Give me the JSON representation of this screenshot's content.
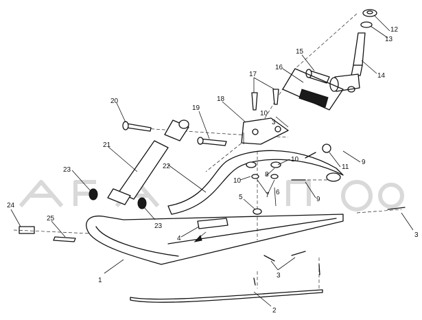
{
  "diagram": {
    "callouts": [
      {
        "id": "c1",
        "text": "1"
      },
      {
        "id": "c2",
        "text": "2"
      },
      {
        "id": "c3a",
        "text": "3"
      },
      {
        "id": "c3b",
        "text": "3"
      },
      {
        "id": "c3c",
        "text": "3"
      },
      {
        "id": "c4",
        "text": "4"
      },
      {
        "id": "c5",
        "text": "5"
      },
      {
        "id": "c6",
        "text": "6"
      },
      {
        "id": "c7",
        "text": "7"
      },
      {
        "id": "c8",
        "text": "8"
      },
      {
        "id": "c9a",
        "text": "9"
      },
      {
        "id": "c9b",
        "text": "9"
      },
      {
        "id": "c10a",
        "text": "10"
      },
      {
        "id": "c10b",
        "text": "10"
      },
      {
        "id": "c10c",
        "text": "10"
      },
      {
        "id": "c11",
        "text": "11"
      },
      {
        "id": "c12",
        "text": "12"
      },
      {
        "id": "c13",
        "text": "13"
      },
      {
        "id": "c14",
        "text": "14"
      },
      {
        "id": "c15",
        "text": "15"
      },
      {
        "id": "c16",
        "text": "16"
      },
      {
        "id": "c17",
        "text": "17"
      },
      {
        "id": "c18",
        "text": "18"
      },
      {
        "id": "c19",
        "text": "19"
      },
      {
        "id": "c20",
        "text": "20"
      },
      {
        "id": "c21",
        "text": "21"
      },
      {
        "id": "c22",
        "text": "22"
      },
      {
        "id": "c23a",
        "text": "23"
      },
      {
        "id": "c23b",
        "text": "23"
      },
      {
        "id": "c24",
        "text": "24"
      },
      {
        "id": "c25",
        "text": "25"
      }
    ]
  }
}
